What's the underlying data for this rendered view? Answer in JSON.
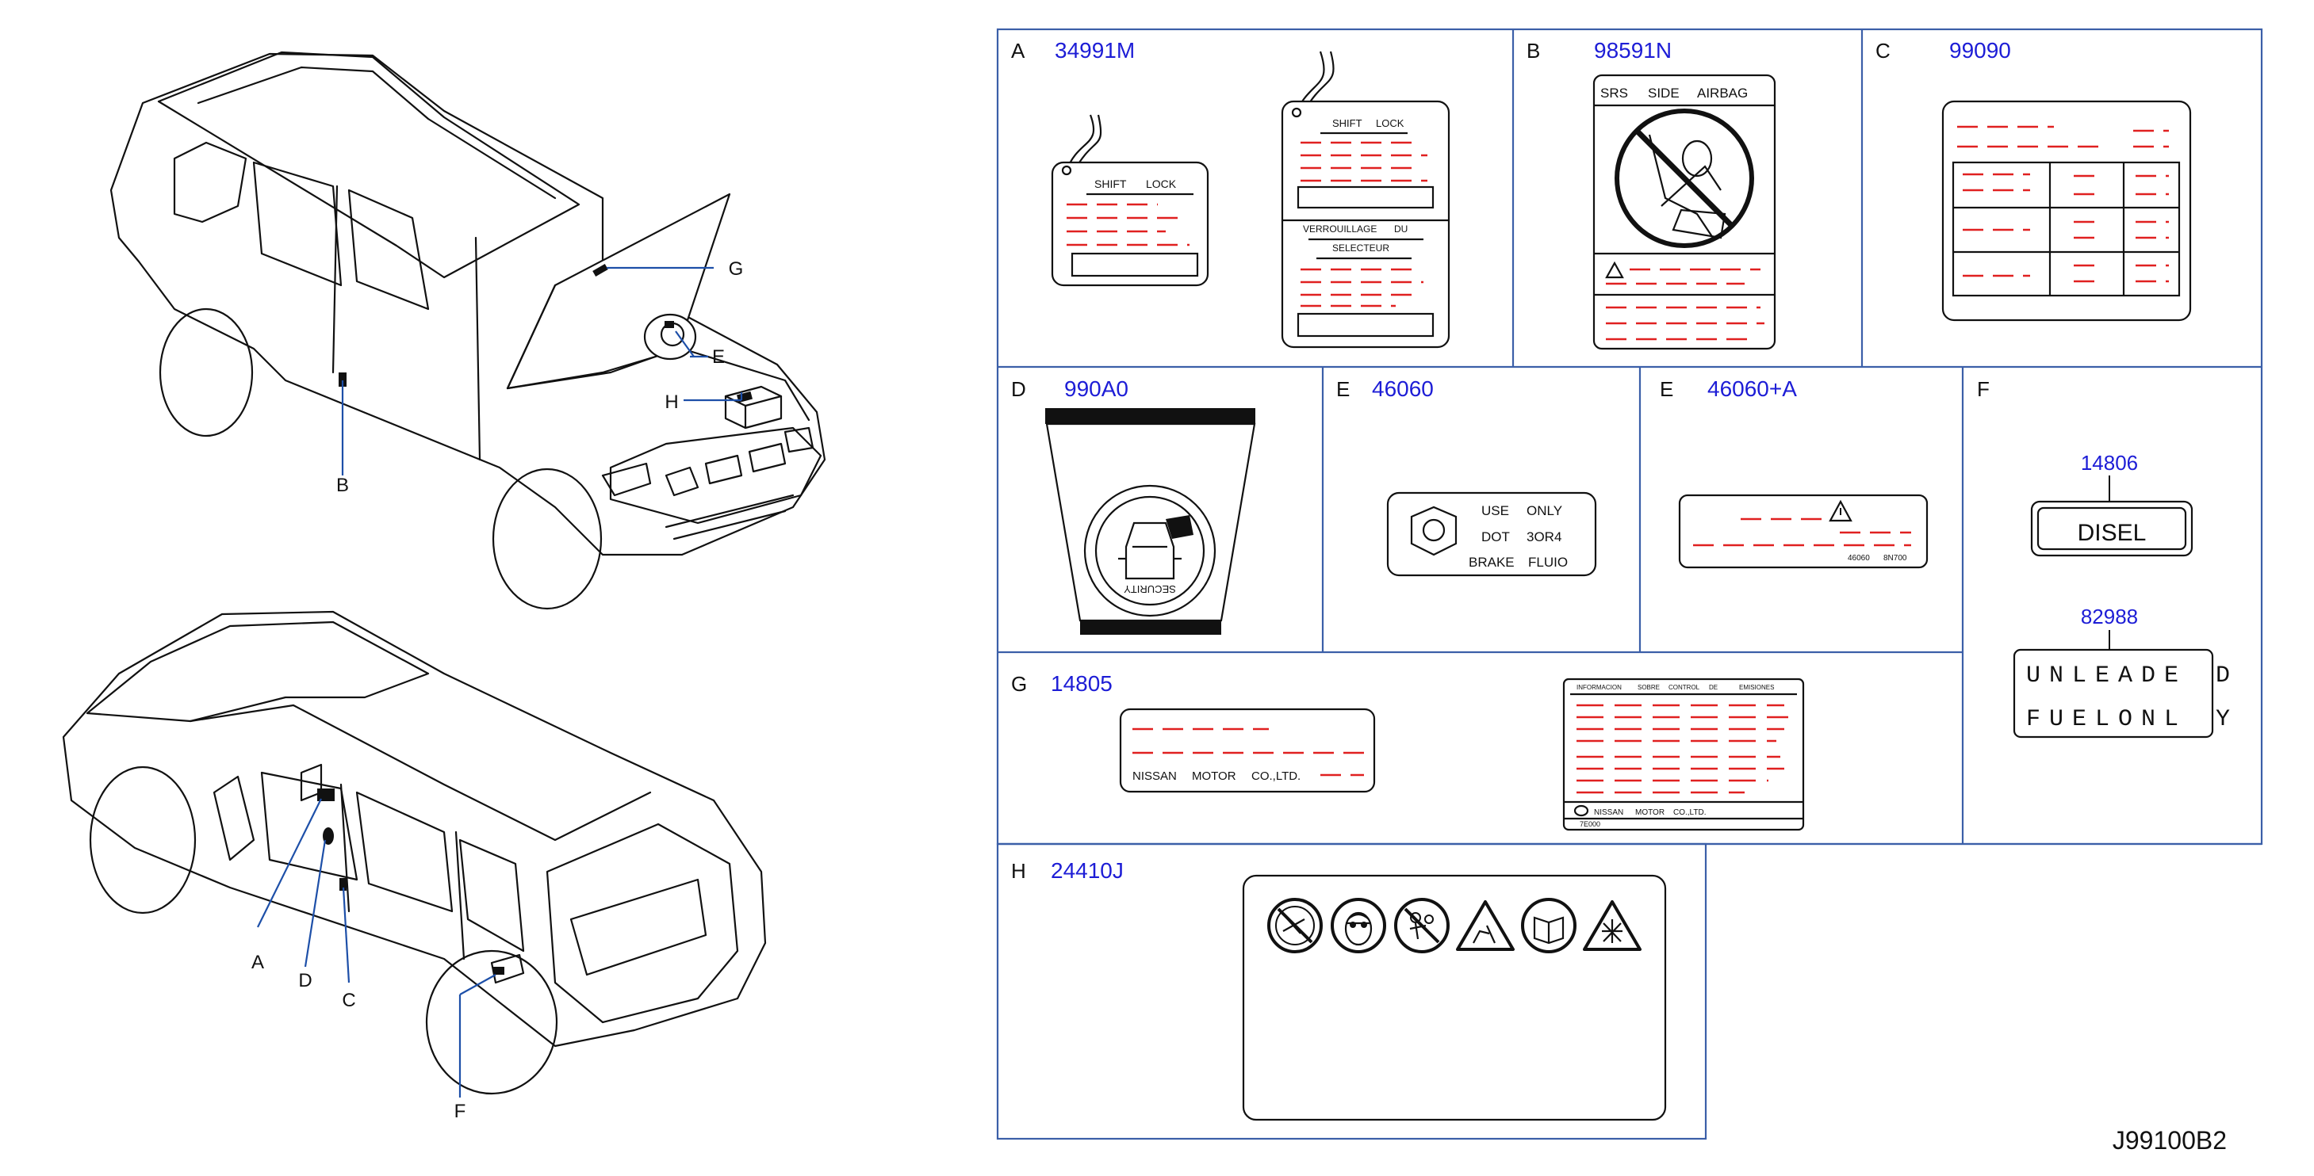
{
  "diagram_code": "J99100B2",
  "callouts": {
    "A": "A",
    "B": "B",
    "C": "C",
    "D": "D",
    "E": "E",
    "F": "F",
    "G": "G",
    "H": "H"
  },
  "panels": {
    "A": {
      "letter": "A",
      "part": "34991M",
      "small_label": {
        "line1a": "SHIFT",
        "line1b": "LOCK"
      },
      "large_label": {
        "line1a": "SHIFT",
        "line1b": "LOCK",
        "line2a": "VERROUILLAGE",
        "line2b": "DU",
        "line3": "SELECTEUR"
      }
    },
    "B": {
      "letter": "B",
      "part": "98591N",
      "label": {
        "w1": "SRS",
        "w2": "SIDE",
        "w3": "AIRBAG"
      }
    },
    "C": {
      "letter": "C",
      "part": "99090"
    },
    "D": {
      "letter": "D",
      "part": "990A0",
      "security_text": "SECURITY"
    },
    "E1": {
      "letter": "E",
      "part": "46060",
      "label": {
        "r1a": "USE",
        "r1b": "ONLY",
        "r2a": "DOT",
        "r2b": "3OR4",
        "r3a": "BRAKE",
        "r3b": "FLUIO"
      }
    },
    "E2": {
      "letter": "E",
      "part": "46060+A",
      "code1": "46060",
      "code2": "8N700"
    },
    "F": {
      "letter": "F",
      "part1": "14806",
      "badge1": "DISEL",
      "part2": "82988",
      "badge2_line1": [
        "U",
        "N",
        "L",
        "E",
        "A",
        "D",
        "E",
        "D"
      ],
      "badge2_line2": [
        "F",
        "U",
        "E",
        "L",
        "O",
        "N",
        "L",
        "Y"
      ]
    },
    "G": {
      "letter": "G",
      "part": "14805",
      "small_label": {
        "w1": "NISSAN",
        "w2": "MOTOR",
        "w3": "CO.,LTD."
      },
      "large_label": {
        "h1": "INFORMACION",
        "h2": "SOBRE",
        "h3": "CONTROL",
        "h4": "DE",
        "h5": "EMISIONES",
        "f1": "NISSAN",
        "f2": "MOTOR",
        "f3": "CO.,LTD.",
        "code": "7E000"
      }
    },
    "H": {
      "letter": "H",
      "part": "24410J"
    }
  }
}
